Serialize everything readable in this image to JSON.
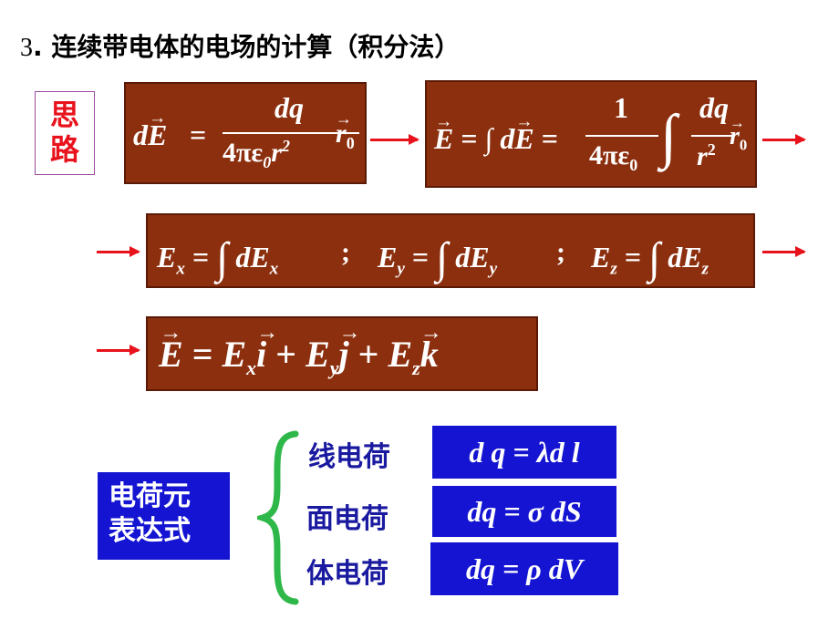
{
  "title": {
    "num": "3",
    "text": ". 连续带电体的电场的计算（积分法）"
  },
  "siilu": {
    "line1": "思",
    "line2": "路"
  },
  "formulas": {
    "dE_left": "dE",
    "eq": "=",
    "numerator_dq": "dq",
    "denominator": "4πε",
    "denominator_sub": "0",
    "r": "r",
    "r_sup": "2",
    "r0": "r",
    "r0_sub": "0",
    "E_int_left": "E = ∫ dE =",
    "one": "1",
    "four_pi_eps": "4πε",
    "zero": "0",
    "integral": "∫",
    "dq2": "dq",
    "r2": "r",
    "r2_sup": "2",
    "r02": "r",
    "r02_sub": "0",
    "components": "E",
    "comp_x": "x",
    "comp_y": "y",
    "comp_z": "z",
    "sep": ";",
    "dE": "dE",
    "vector_sum": {
      "E": "E",
      "i": "i",
      "j": "j",
      "k": "k",
      "plus": "+"
    }
  },
  "charges": {
    "box_line1": "电荷元",
    "box_line2": "表达式",
    "items": [
      {
        "label": "线电荷",
        "formula": "d q = λd l"
      },
      {
        "label": "面电荷",
        "formula": "dq = σ dS"
      },
      {
        "label": "体电荷",
        "formula": "dq = ρ dV"
      }
    ]
  },
  "colors": {
    "brown": "#8c2f0e",
    "blue": "#1414d2",
    "red": "#e8121c",
    "label_blue": "#1a1aa0"
  }
}
